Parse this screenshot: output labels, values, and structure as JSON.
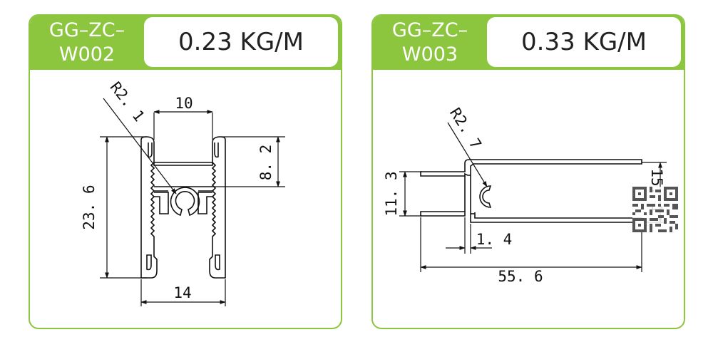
{
  "cards": [
    {
      "model_line1": "GG–ZC–",
      "model_line2": "W002",
      "weight": "0.23 KG/M",
      "dims": {
        "radius": "R2. 1",
        "top_gap": "10",
        "height": "23. 6",
        "slot": "8. 2",
        "width": "14"
      }
    },
    {
      "model_line1": "GG–ZC–",
      "model_line2": "W003",
      "weight": "0.33 KG/M",
      "dims": {
        "radius": "R2. 7",
        "height": "11. 3",
        "right_height": "15. 1",
        "thickness": "1. 4",
        "width": "55. 6"
      }
    }
  ],
  "colors": {
    "accent_green": "#8cc63f",
    "line": "#111111"
  }
}
